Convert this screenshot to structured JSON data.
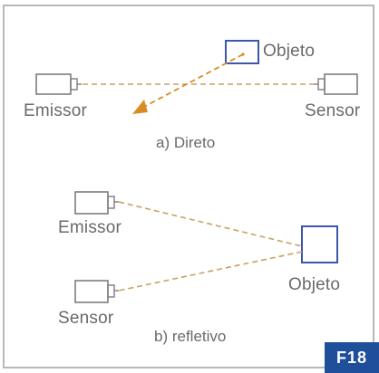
{
  "panel_a": {
    "emitter_label": "Emissor",
    "sensor_label": "Sensor",
    "object_label": "Objeto",
    "caption": "a) Direto"
  },
  "panel_b": {
    "emitter_label": "Emissor",
    "sensor_label": "Sensor",
    "object_label": "Objeto",
    "caption": "b) refletivo"
  },
  "figure_badge": "F18",
  "colors": {
    "frame": "#9a9a9a",
    "device": "#7d7d7d",
    "object_box": "#3c57a8",
    "beam": "#d9a24a",
    "arrow": "#d98c24",
    "badge": "#1f4f9a"
  }
}
